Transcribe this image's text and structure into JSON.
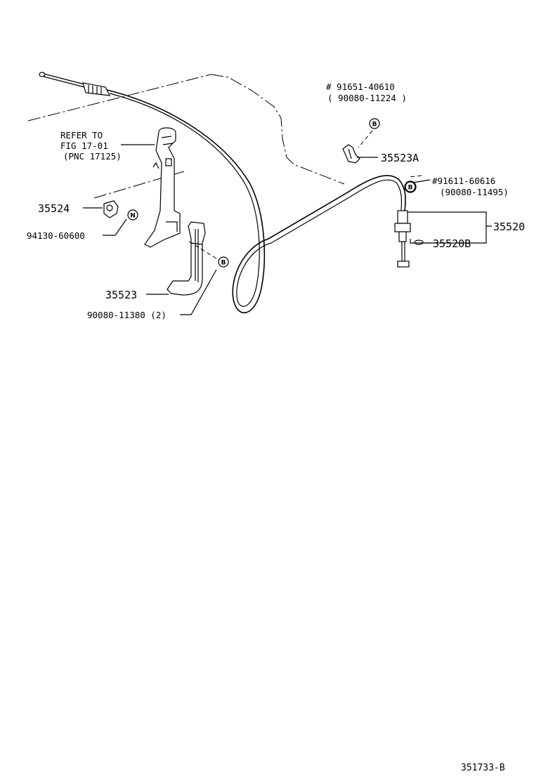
{
  "diagram": {
    "figure_number": "351733-B",
    "reference": {
      "line1": "REFER TO",
      "line2": "FIG 17-01",
      "line3": "(PNC 17125)"
    },
    "parts": {
      "p35520": "35520",
      "p35520B": "35520B",
      "p35523": "35523",
      "p35523A": "35523A",
      "p35524": "35524"
    },
    "bolts": {
      "b91651": "# 91651-40610",
      "b90080_11224": "( 90080-11224 )",
      "b91611": "#91611-60616",
      "b90080_11495": "(90080-11495)",
      "b94130": "94130-60600",
      "b90080_11380": "90080-11380 (2)"
    },
    "badges": {
      "b": "B",
      "n": "N"
    }
  }
}
